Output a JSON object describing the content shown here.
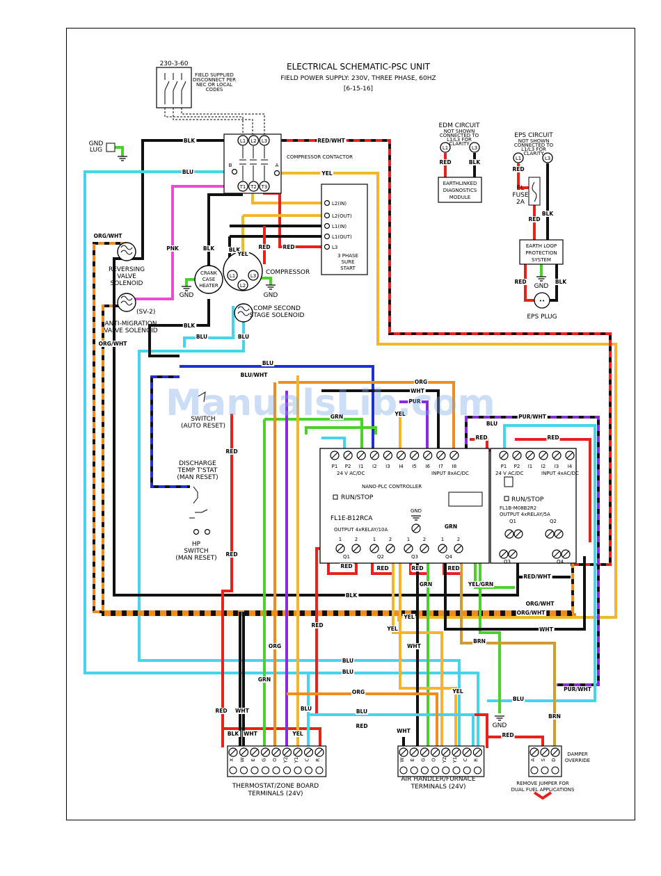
{
  "title": {
    "line1": "ELECTRICAL SCHEMATIC-PSC UNIT",
    "line2": "FIELD POWER SUPPLY:  230V, THREE PHASE, 60HZ",
    "line3": "[6-15-16]"
  },
  "watermark": "ManualsLib.com",
  "disconnect": {
    "rating": "230-3-60",
    "note": [
      "FIELD SUPPLIED",
      "DISCONNECT PER",
      "NEC OR LOCAL",
      "CODES"
    ]
  },
  "gnd_lug": [
    "GND",
    "LUG"
  ],
  "contactor": {
    "label": "COMPRESSOR CONTACTOR",
    "top": [
      "L1",
      "L2",
      "L3"
    ],
    "bottom": [
      "T1",
      "T2",
      "T3"
    ],
    "aux": [
      "B",
      "A"
    ]
  },
  "surge": {
    "terminals": [
      "L2(IN)",
      "L2(OUT)",
      "L1(IN)",
      "L1(OUT)",
      "L3"
    ],
    "label": [
      "3 PHASE",
      "SURE",
      "START"
    ]
  },
  "compressor": {
    "label": "COMPRESSOR",
    "terms": [
      "L1",
      "L2",
      "L3"
    ]
  },
  "crankcase": [
    "CRANK",
    "CASE",
    "HEATER"
  ],
  "gnd": "GND",
  "reversing_valve": [
    "REVERSING",
    "VALVE",
    "SOLENOID"
  ],
  "anti_migration": {
    "tag": "(SV-2)",
    "label": [
      "ANTI-MIGRATION",
      "VALVE SOLENOID"
    ]
  },
  "comp_second": [
    "COMP SECOND",
    "STAGE SOLENOID"
  ],
  "edm": {
    "title": "EDM CIRCUIT",
    "note": [
      "NOT SHOWN",
      "CONNECTED TO",
      "L1/L3 FOR",
      "CLARITY"
    ],
    "terms": [
      "L1",
      "L3"
    ],
    "module": [
      "EARTHLINKED",
      "DIAGNOSTICS",
      "MODULE"
    ]
  },
  "eps": {
    "title": "EPS CIRCUIT",
    "note": [
      "NOT SHOWN",
      "CONNECTED TO",
      "L1/L3 FOR",
      "CLARITY"
    ],
    "terms": [
      "L1",
      "L3"
    ],
    "fuse": [
      "EL",
      "FUSE",
      "2A"
    ],
    "system": [
      "EARTH LOOP",
      "PROTECTION",
      "SYSTEM"
    ],
    "plug": "EPS PLUG"
  },
  "lp_switch": [
    "SWITCH",
    "(AUTO RESET)"
  ],
  "discharge": [
    "DISCHARGE",
    "TEMP T'STAT",
    "(MAN RESET)"
  ],
  "hp_switch": [
    "HP",
    "SWITCH",
    "(MAN RESET)"
  ],
  "plc": {
    "inputs": [
      "P1",
      "P2",
      "I1",
      "I2",
      "I3",
      "I4",
      "I5",
      "I6",
      "I7",
      "I8"
    ],
    "volts": "24 V AC/DC",
    "input_note": "INPUT 8xAC/DC",
    "name": "NANO-PLC CONTROLLER",
    "run": "RUN/STOP",
    "model": "FL1E-B12RCA",
    "output_note": "OUTPUT 4xRELAY/10A",
    "outputs": [
      "Q1",
      "Q2",
      "Q3",
      "Q4"
    ]
  },
  "plc2": {
    "inputs": [
      "P1",
      "P2",
      "I1",
      "I2",
      "I3",
      "I4"
    ],
    "volts": "24 V AC/DC",
    "input_note": "INPUT 4xAC/DC",
    "run": "RUN/STOP",
    "model": "FL1B-M08B2R2",
    "output_note": "OUTPUT 4xRELAY/5A",
    "outputs": [
      "Q1",
      "Q2",
      "Q3",
      "Q4"
    ]
  },
  "wire_labels": {
    "blk": "BLK",
    "blu": "BLU",
    "red": "RED",
    "yel": "YEL",
    "pnk": "PNK",
    "grn": "GRN",
    "org": "ORG",
    "wht": "WHT",
    "brn": "BRN",
    "orgwht": "ORG/WHT",
    "redwht": "RED/WHT",
    "bluwht": "BLU/WHT",
    "purwht": "PUR/WHT",
    "yelgrn": "YEL/GRN",
    "pur": "PUR"
  },
  "thermostat": {
    "terms": [
      "X",
      "W",
      "E",
      "G",
      "O",
      "Y2",
      "Y1",
      "C",
      "R"
    ],
    "label": [
      "THERMOSTAT/ZONE BOARD",
      "TERMINALS (24V)"
    ]
  },
  "air_handler": {
    "terms": [
      "W",
      "E",
      "G",
      "O",
      "Y2",
      "Y1",
      "C",
      "R"
    ],
    "label": [
      "AIR HANDLER/FURNACE",
      "TERMINALS (24V)"
    ]
  },
  "damper": {
    "terms": [
      "A",
      "S",
      "D"
    ],
    "label": [
      "DAMPER",
      "OVERRIDE"
    ],
    "note": [
      "REMOVE JUMPER FOR",
      "DUAL FUEL APPLICATIONS"
    ]
  },
  "colors": {
    "blk": "#111111",
    "red": "#e8221b",
    "blu": "#1f2fd6",
    "cyan": "#46d4ec",
    "yel": "#f4b52a",
    "org": "#f08c1e",
    "grn": "#4bd12c",
    "pnk": "#ec4bd6",
    "pur": "#8a2be2",
    "brn": "#d49a32"
  }
}
